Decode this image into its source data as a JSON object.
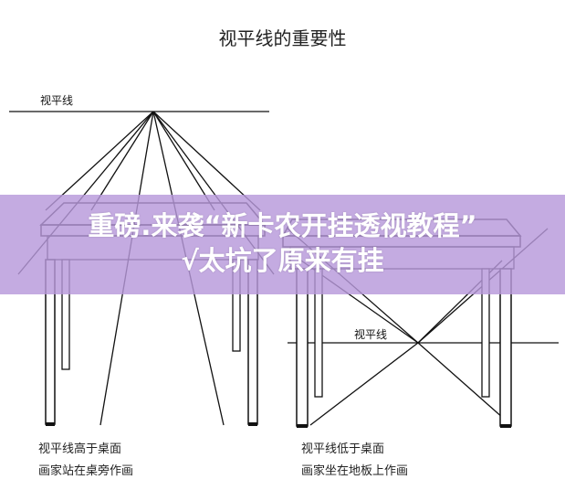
{
  "title": "视平线的重要性",
  "left_figure": {
    "horizon_label": "视平线",
    "caption_line1": "视平线高于桌面",
    "caption_line2": "画家站在桌旁作画"
  },
  "right_figure": {
    "horizon_label": "视平线",
    "caption_line1": "视平线低于桌面",
    "caption_line2": "画家坐在地板上作画"
  },
  "banner": {
    "line1": "重磅.来袭“新卡农开挂透视教程”",
    "line2": "√太坑了原来有挂",
    "color": "#b799da"
  }
}
